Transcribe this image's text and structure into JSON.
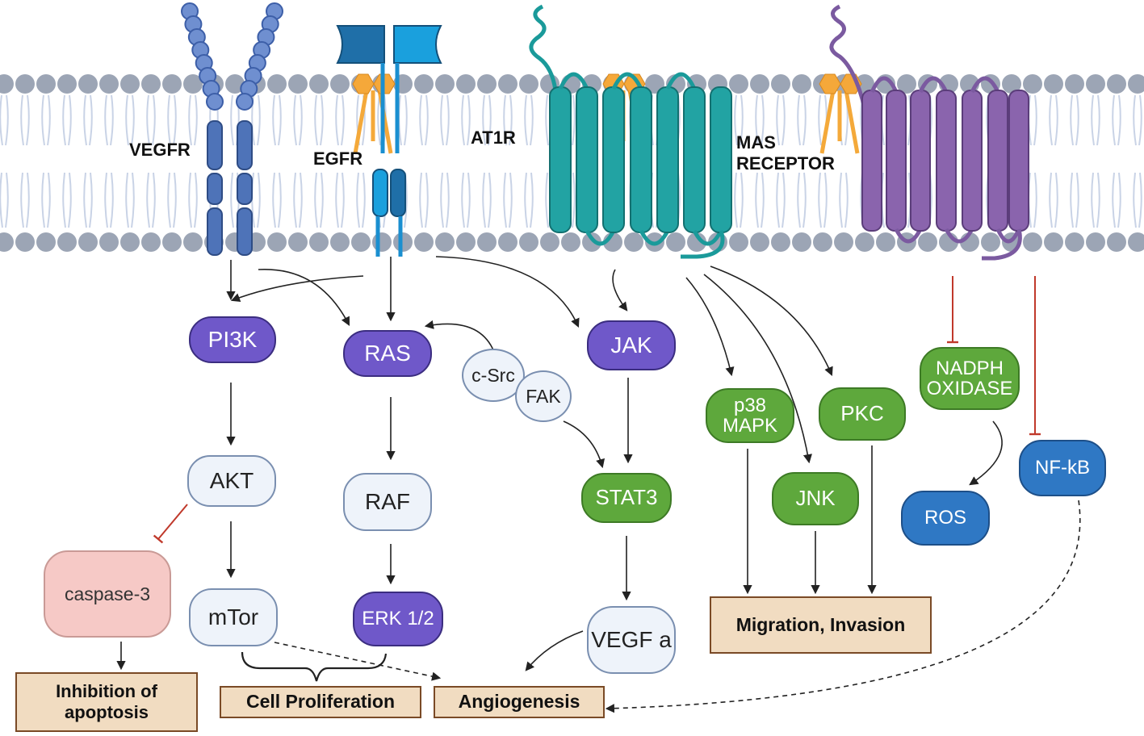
{
  "receptors": {
    "vegfr": "VEGFR",
    "egfr": "EGFR",
    "at1r": "AT1R",
    "mas_line1": "MAS",
    "mas_line2": "RECEPTOR"
  },
  "nodes": {
    "pi3k": "PI3K",
    "ras": "RAS",
    "jak": "JAK",
    "c_src": "c-Src",
    "fak": "FAK",
    "akt": "AKT",
    "raf": "RAF",
    "stat3": "STAT3",
    "caspase3": "caspase-3",
    "mtor": "mTor",
    "erk": "ERK 1/2",
    "vegf_a": "VEGF a",
    "p38_line1": "p38",
    "p38_line2": "MAPK",
    "pkc": "PKC",
    "jnk": "JNK",
    "nadph_line1": "NADPH",
    "nadph_line2": "OXIDASE",
    "nfkb": "NF-kB",
    "ros": "ROS"
  },
  "outcomes": {
    "apoptosis_line1": "Inhibition of",
    "apoptosis_line2": "apoptosis",
    "proliferation": "Cell Proliferation",
    "angiogenesis": "Angiogenesis",
    "migration": "Migration, Invasion"
  },
  "colors": {
    "purple_node": "#6f58c9",
    "green_node": "#5ea83c",
    "blue_node": "#2f78c4",
    "light_node": "#eef3fa",
    "caspase_node": "#f6c9c6",
    "outcome_box": "#f1dcc1",
    "vegfr": "#3d5fa8",
    "egfr": "#1a8fd0",
    "at1r": "#1a9a9a",
    "mas_receptor": "#7b5aa0",
    "membrane_head": "#9ca5b5",
    "inhibition": "#c0392b"
  }
}
